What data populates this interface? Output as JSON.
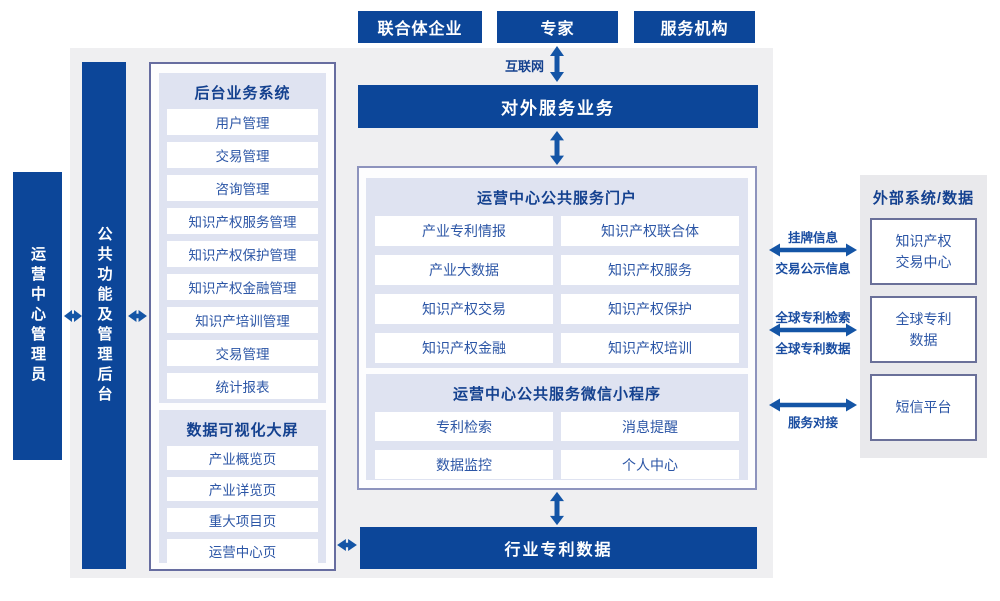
{
  "top_actors": [
    "联合体企业",
    "专家",
    "服务机构"
  ],
  "internet_label": "互联网",
  "external_service_bar": "对外服务业务",
  "admin_bar": "运营中心管理员",
  "backend_bar": "公共功能及管理后台",
  "backend_system": {
    "title": "后台业务系统",
    "items": [
      "用户管理",
      "交易管理",
      "咨询管理",
      "知识产权服务管理",
      "知识产权保护管理",
      "知识产权金融管理",
      "知识产培训管理",
      "交易管理",
      "统计报表"
    ]
  },
  "dashboard": {
    "title": "数据可视化大屏",
    "items": [
      "产业概览页",
      "产业详览页",
      "重大项目页",
      "运营中心页"
    ]
  },
  "portal": {
    "title": "运营中心公共服务门户",
    "items": [
      "产业专利情报",
      "知识产权联合体",
      "产业大数据",
      "知识产权服务",
      "知识产权交易",
      "知识产权保护",
      "知识产权金融",
      "知识产权培训"
    ]
  },
  "miniprogram": {
    "title": "运营中心公共服务微信小程序",
    "items": [
      "专利检索",
      "消息提醒",
      "数据监控",
      "个人中心"
    ]
  },
  "industry_data_bar": "行业专利数据",
  "external_panel": {
    "title": "外部系统/数据",
    "systems": [
      "知识产权\n交易中心",
      "全球专利\n数据",
      "短信平台"
    ]
  },
  "links": {
    "listing_info": "挂牌信息",
    "trade_publicity_info": "交易公示信息",
    "global_patent_search": "全球专利检索",
    "global_patent_data": "全球专利数据",
    "service_connect": "服务对接"
  },
  "colors": {
    "primary_blue": "#0c4699",
    "arrow_blue": "#1455a6",
    "panel_lavender": "#dfe3f1",
    "title_text": "#14418f",
    "item_text": "#2c56a6",
    "main_background": "#efeff1",
    "right_panel_background": "#e9e9ec",
    "portal_border": "#8d93bd",
    "left_box_border": "#676da0"
  }
}
